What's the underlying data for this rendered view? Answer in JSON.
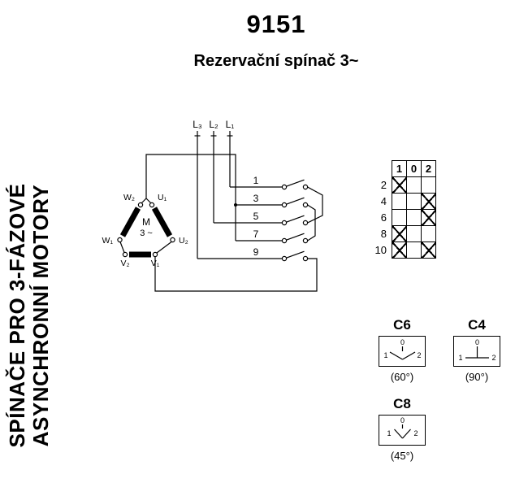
{
  "header": {
    "model": "9151",
    "subtitle": "Rezervační spínač 3~"
  },
  "side_text": {
    "line1": "SPÍNAČE PRO 3-FÁZOVÉ",
    "line2": "ASYNCHRONNÍ MOTORY"
  },
  "schematic": {
    "phases": [
      "L₃",
      "L₂",
      "L₁"
    ],
    "contacts": [
      "1",
      "3",
      "5",
      "7",
      "9"
    ],
    "motor": {
      "w2": "W₂",
      "u1": "U₁",
      "w1": "W₁",
      "u2": "U₂",
      "v2": "V₂",
      "v1": "V₁",
      "m": "M",
      "phase": "3 ~"
    }
  },
  "contact_table": {
    "header": [
      "1",
      "0",
      "2"
    ],
    "rows": [
      {
        "contact": "2",
        "marks": [
          "x",
          "",
          ""
        ]
      },
      {
        "contact": "4",
        "marks": [
          "",
          "",
          "x"
        ]
      },
      {
        "contact": "6",
        "marks": [
          "",
          "",
          "x"
        ]
      },
      {
        "contact": "8",
        "marks": [
          "x",
          "",
          ""
        ]
      },
      {
        "contact": "10",
        "marks": [
          "x",
          "",
          "x"
        ]
      }
    ]
  },
  "handles": [
    {
      "code": "C6",
      "angle": "(60°)",
      "pos_left": "1",
      "pos_zero": "0",
      "pos_right": "2"
    },
    {
      "code": "C4",
      "angle": "(90°)",
      "pos_left": "1",
      "pos_zero": "0",
      "pos_right": "2"
    },
    {
      "code": "C8",
      "angle": "(45°)",
      "pos_left": "1",
      "pos_zero": "0",
      "pos_right": "2"
    }
  ]
}
